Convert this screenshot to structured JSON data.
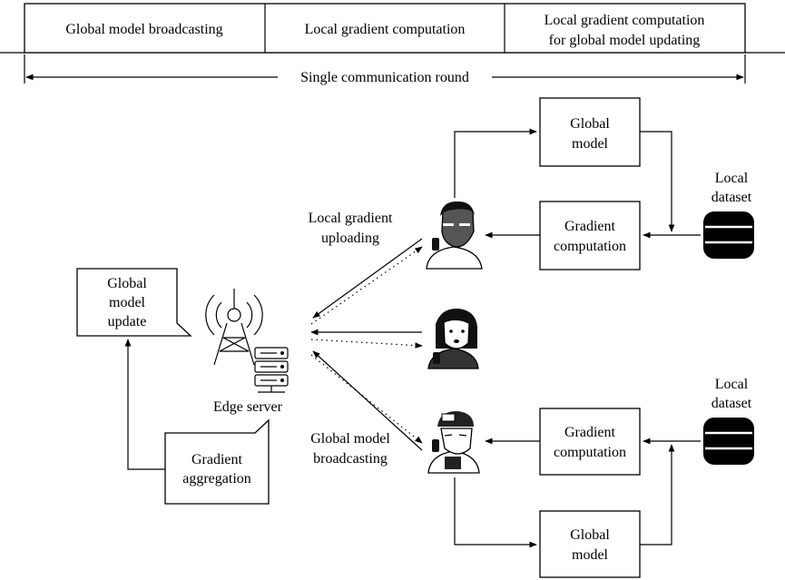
{
  "timeline": {
    "phase1": "Global model broadcasting",
    "phase2": "Local gradient computation",
    "phase3_line1": "Local gradient computation",
    "phase3_line2": "for global model updating",
    "round_label": "Single communication round"
  },
  "server": {
    "label": "Edge server",
    "update_note": [
      "Global",
      "model",
      "update"
    ],
    "aggregation_note": [
      "Gradient",
      "aggregation"
    ]
  },
  "links": {
    "upload_label": [
      "Local gradient",
      "uploading"
    ],
    "broadcast_label": [
      "Global model",
      "broadcasting"
    ]
  },
  "device_top": {
    "global_model": [
      "Global",
      "model"
    ],
    "gradient": [
      "Gradient",
      "computation"
    ],
    "dataset": [
      "Local",
      "dataset"
    ]
  },
  "device_bottom": {
    "global_model": [
      "Global",
      "model"
    ],
    "gradient": [
      "Gradient",
      "computation"
    ],
    "dataset": [
      "Local",
      "dataset"
    ]
  },
  "icons": [
    "antenna-tower-icon",
    "server-rack-icon",
    "user-man-phone-icon",
    "user-woman-phone-icon",
    "user-cap-phone-icon",
    "database-icon"
  ]
}
